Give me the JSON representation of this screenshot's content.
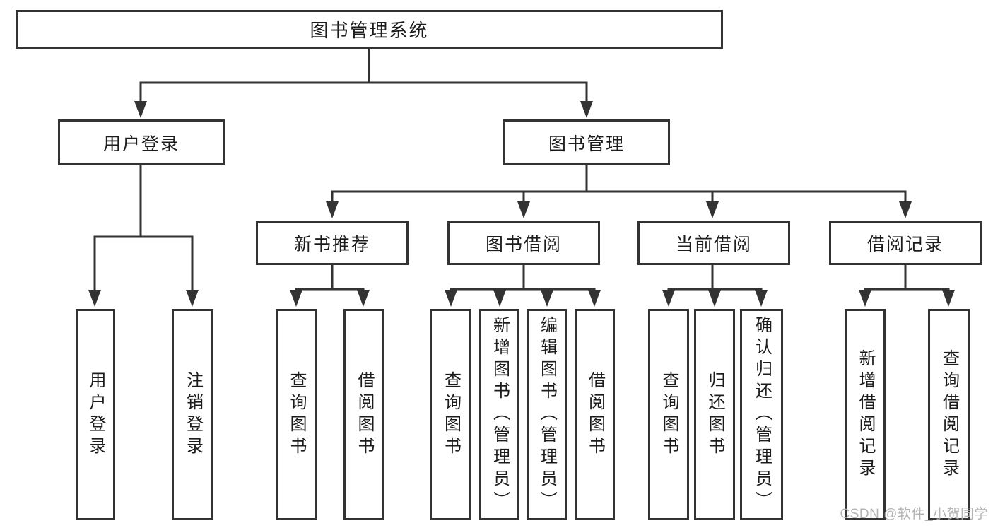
{
  "colors": {
    "line": "#333333",
    "node_border": "#333333",
    "text": "#1c1c1c",
    "watermark_text": "#ADADAD",
    "background": "#FFFFFF"
  },
  "tree": {
    "root": "图书管理系统",
    "user_login": {
      "label": "用户登录",
      "children": [
        "用户登录",
        "注销登录"
      ]
    },
    "book_mgmt": {
      "label": "图书管理",
      "sections": {
        "new_book": {
          "label": "新书推荐",
          "children": [
            "查询图书",
            "借阅图书"
          ]
        },
        "book_borrow": {
          "label": "图书借阅",
          "children": [
            "查询图书",
            "新增图书（管理员）",
            "编辑图书（管理员）",
            "借阅图书"
          ]
        },
        "current_borrow": {
          "label": "当前借阅",
          "children": [
            "查询图书",
            "归还图书",
            "确认归还（管理员）"
          ]
        },
        "borrow_record": {
          "label": "借阅记录",
          "children": [
            "新增借阅记录",
            "查询借阅记录"
          ]
        }
      }
    }
  },
  "watermark": "CSDN @软件_小贺同学"
}
